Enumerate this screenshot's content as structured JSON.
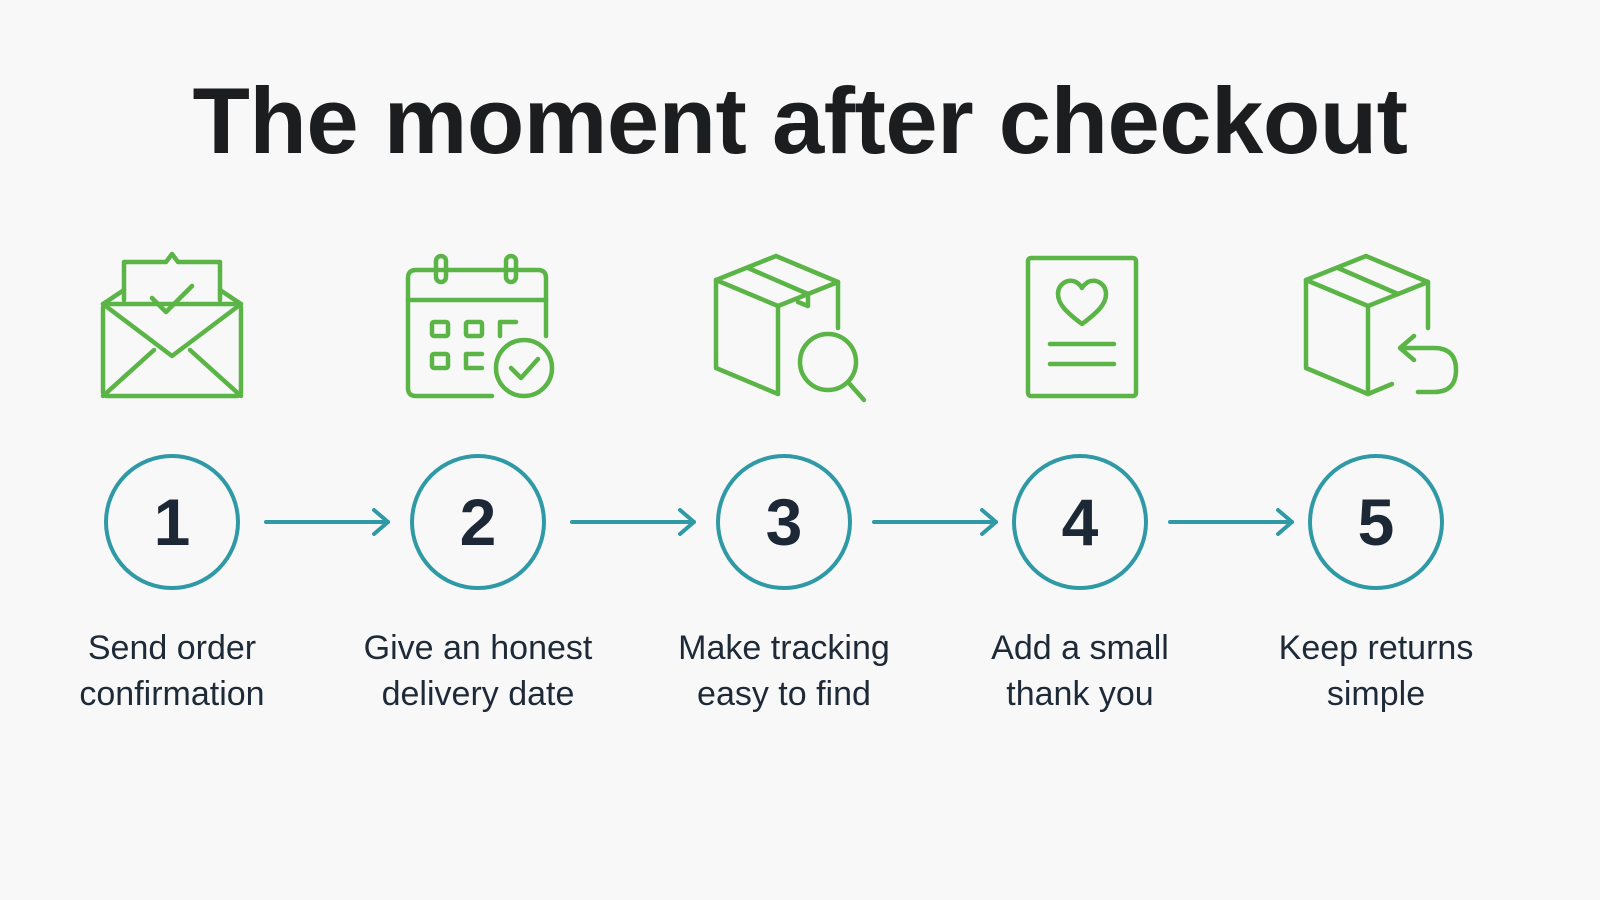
{
  "title": "The moment after checkout",
  "colors": {
    "icon": "#5bb446",
    "ring": "#2f9aa5",
    "arrow": "#2f9aa5",
    "number_text": "#1d2836",
    "label_text": "#1e2a38",
    "background": "#f8f8f8"
  },
  "steps": [
    {
      "number": "1",
      "icon": "envelope-check-icon",
      "label_line1": "Send order",
      "label_line2": "confirmation"
    },
    {
      "number": "2",
      "icon": "calendar-check-icon",
      "label_line1": "Give an honest",
      "label_line2": "delivery date"
    },
    {
      "number": "3",
      "icon": "package-search-icon",
      "label_line1": "Make tracking",
      "label_line2": "easy to find"
    },
    {
      "number": "4",
      "icon": "heart-card-icon",
      "label_line1": "Add a small",
      "label_line2": "thank you"
    },
    {
      "number": "5",
      "icon": "package-return-icon",
      "label_line1": "Keep returns",
      "label_line2": "simple"
    }
  ]
}
